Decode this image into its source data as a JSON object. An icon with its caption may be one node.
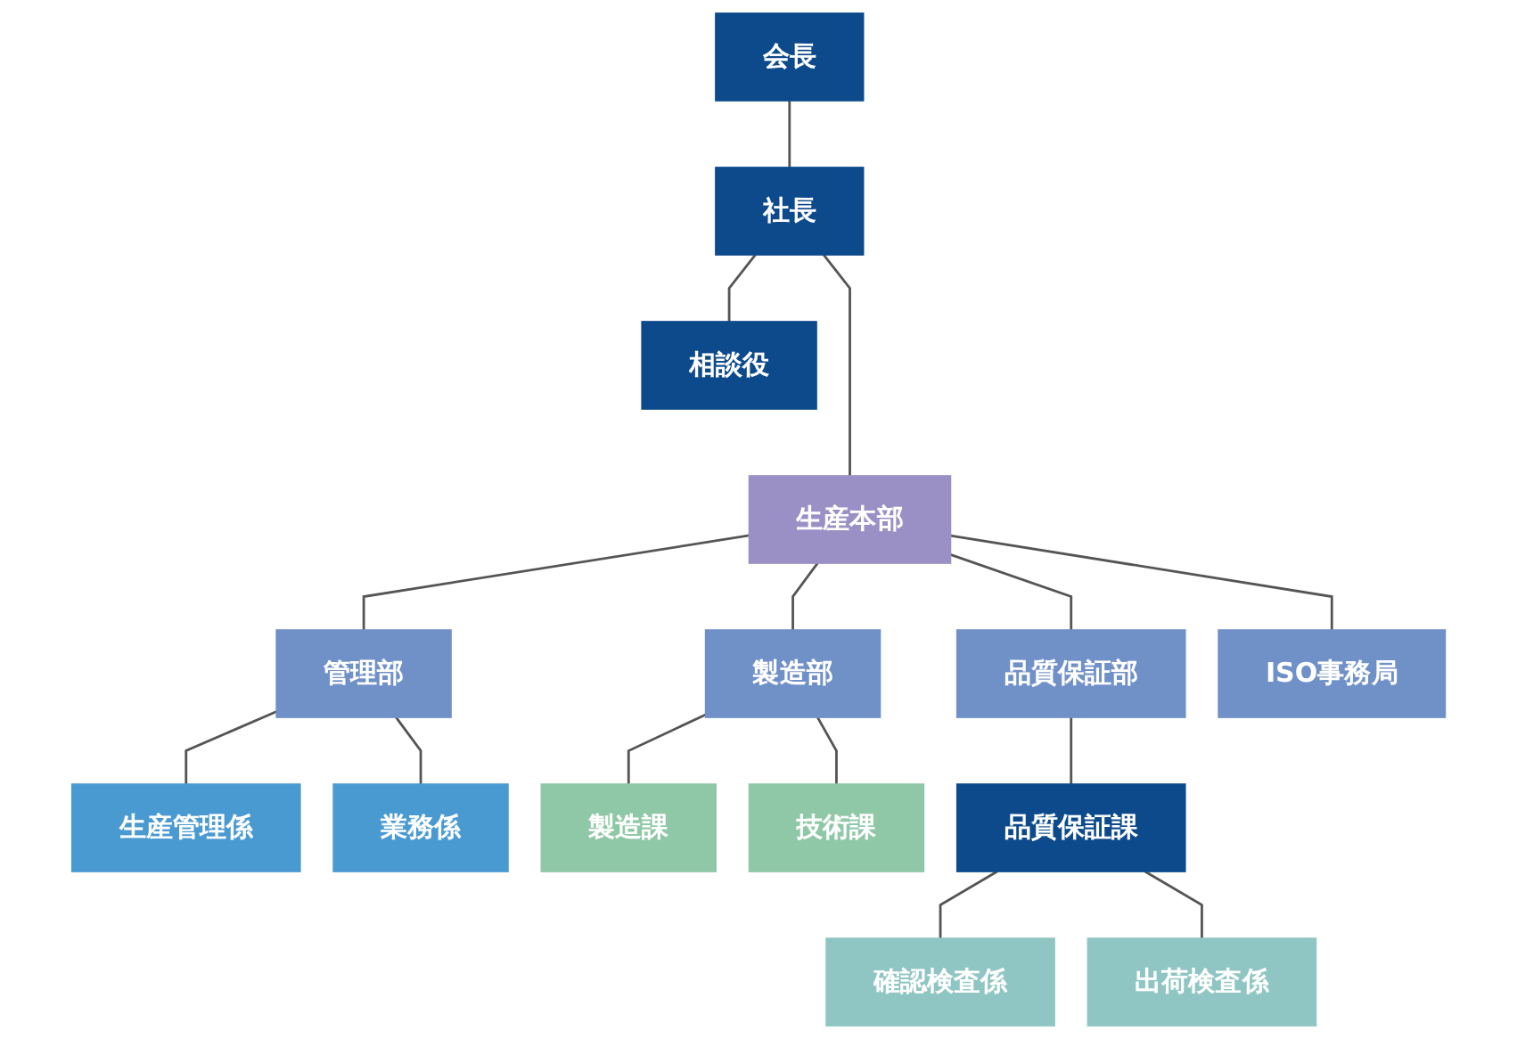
{
  "diagram": {
    "nodes": [
      {
        "text": [
          "会長"
        ]
      },
      {
        "text": [
          "社長"
        ]
      },
      {
        "text": [
          "相談役"
        ]
      },
      {
        "text": [
          "生産本部"
        ]
      },
      {
        "text": [
          "管理部"
        ]
      },
      {
        "text": [
          "生産管理係"
        ]
      },
      {
        "text": [
          "業務係"
        ]
      },
      {
        "text": [
          "製造部"
        ]
      },
      {
        "text": [
          "製造課"
        ]
      },
      {
        "text": [
          "技術課"
        ]
      },
      {
        "text": [
          "品質保証部"
        ]
      },
      {
        "text": [
          "品質保証課"
        ]
      },
      {
        "text": [
          "確認検査係"
        ]
      },
      {
        "text": [
          "出荷検査係"
        ]
      },
      {
        "text": [
          "ISO事務局"
        ]
      }
    ],
    "edges": [
      {
        "from": 0,
        "to": 1,
        "arrow": "none"
      },
      {
        "from": 1,
        "to": 2,
        "arrow": "none"
      },
      {
        "from": 1,
        "to": 3,
        "arrow": "none"
      },
      {
        "from": 3,
        "to": 4,
        "arrow": "none"
      },
      {
        "from": 3,
        "to": 7,
        "arrow": "none"
      },
      {
        "from": 3,
        "to": 10,
        "arrow": "none"
      },
      {
        "from": 3,
        "to": 14,
        "arrow": "none"
      },
      {
        "from": 4,
        "to": 5,
        "arrow": "none"
      },
      {
        "from": 4,
        "to": 6,
        "arrow": "none"
      },
      {
        "from": 7,
        "to": 8,
        "arrow": "none"
      },
      {
        "from": 7,
        "to": 9,
        "arrow": "none"
      },
      {
        "from": 10,
        "to": 11,
        "arrow": "none"
      },
      {
        "from": 11,
        "to": 12,
        "arrow": "none"
      },
      {
        "from": 11,
        "to": 13,
        "arrow": "none"
      }
    ]
  }
}
